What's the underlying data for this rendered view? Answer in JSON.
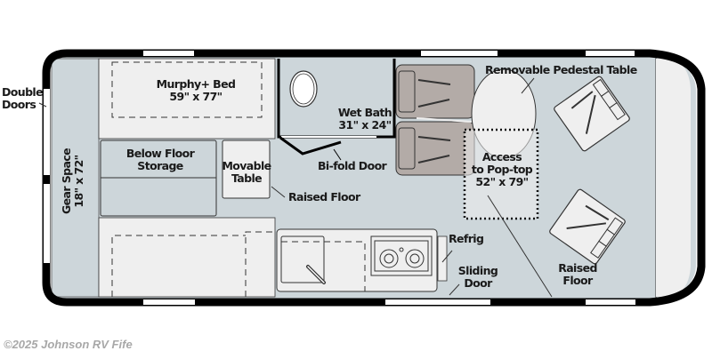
{
  "diagram": {
    "type": "rv-floor-plan",
    "labels": {
      "double_doors": [
        "Double",
        "Doors"
      ],
      "gear_space": [
        "Gear Space",
        "18\" x 72\""
      ],
      "murphy_bed": [
        "Murphy+ Bed",
        "59\" x 77\""
      ],
      "below_floor_storage": [
        "Below Floor",
        "Storage"
      ],
      "movable_table": [
        "Movable",
        "Table"
      ],
      "wet_bath": [
        "Wet Bath",
        "31\" x 24\""
      ],
      "bi_fold_door": "Bi-fold Door",
      "raised_floor_left": "Raised Floor",
      "removable_pedestal_table": "Removable Pedestal Table",
      "pop_top_access": [
        "Access",
        "to Pop-top",
        "52\" x 79\""
      ],
      "refrig": "Refrig",
      "sliding_door": [
        "Sliding",
        "Door"
      ],
      "raised_floor_right": [
        "Raised",
        "Floor"
      ]
    },
    "colors": {
      "wall": "#000000",
      "floor_blue": "#cdd6da",
      "light_fill": "#efefef",
      "seat_fill": "#b3aba7",
      "window": "#ffffff"
    }
  },
  "footer": {
    "copyright": "©2025 Johnson RV Fife"
  }
}
